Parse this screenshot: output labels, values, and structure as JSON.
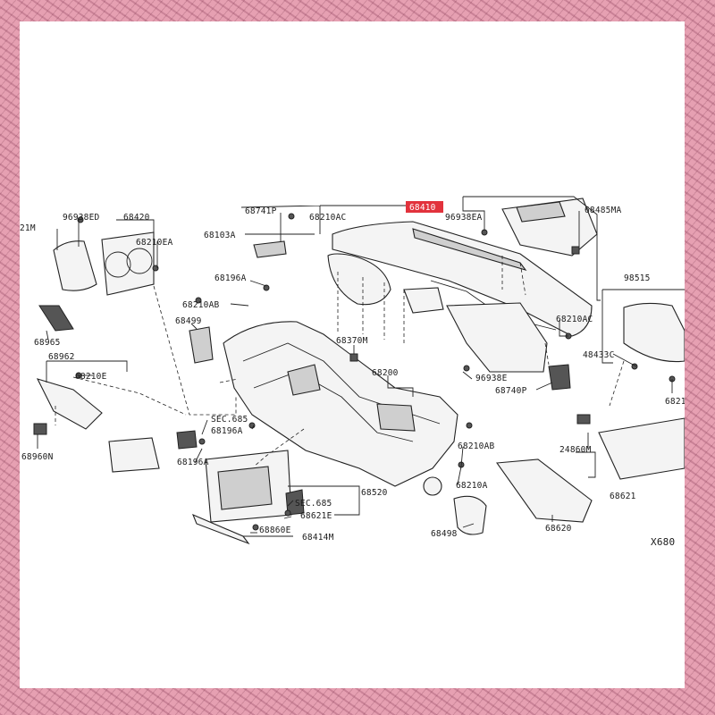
{
  "highlight_color": "#e2323c",
  "labels": {
    "l_21m": "21M",
    "l_96938ed": "96938ED",
    "l_68420": "68420",
    "l_68210ea": "68210EA",
    "l_68103a": "68103A",
    "l_68741p": "68741P",
    "l_68210ac_top": "68210AC",
    "l_68410": "68410",
    "l_96938ea": "96938EA",
    "l_68485ma": "68485MA",
    "l_98515": "98515",
    "l_68196a_1": "68196A",
    "l_68210ab_1": "68210AB",
    "l_68499": "68499",
    "l_68965": "68965",
    "l_68962": "68962",
    "l_68210e": "68210E",
    "l_68370m": "68370M",
    "l_68200": "68200",
    "l_68210ac_mid": "68210AC",
    "l_48433c": "48433C",
    "l_96938e": "96938E",
    "l_68740p": "68740P",
    "l_6821": "6821",
    "l_sec685_1": "SEC.685",
    "l_68196a_2": "68196A",
    "l_68196a_3": "68196A",
    "l_68960n": "68960N",
    "l_68210ab_2": "68210AB",
    "l_24860m": "24860M",
    "l_68210a": "68210A",
    "l_68520": "68520",
    "l_sec685_2": "SEC.685",
    "l_68621e": "68621E",
    "l_68621": "68621",
    "l_68860e": "68860E",
    "l_68414m": "68414M",
    "l_68498": "68498",
    "l_68620": "68620",
    "l_x680": "X680"
  }
}
